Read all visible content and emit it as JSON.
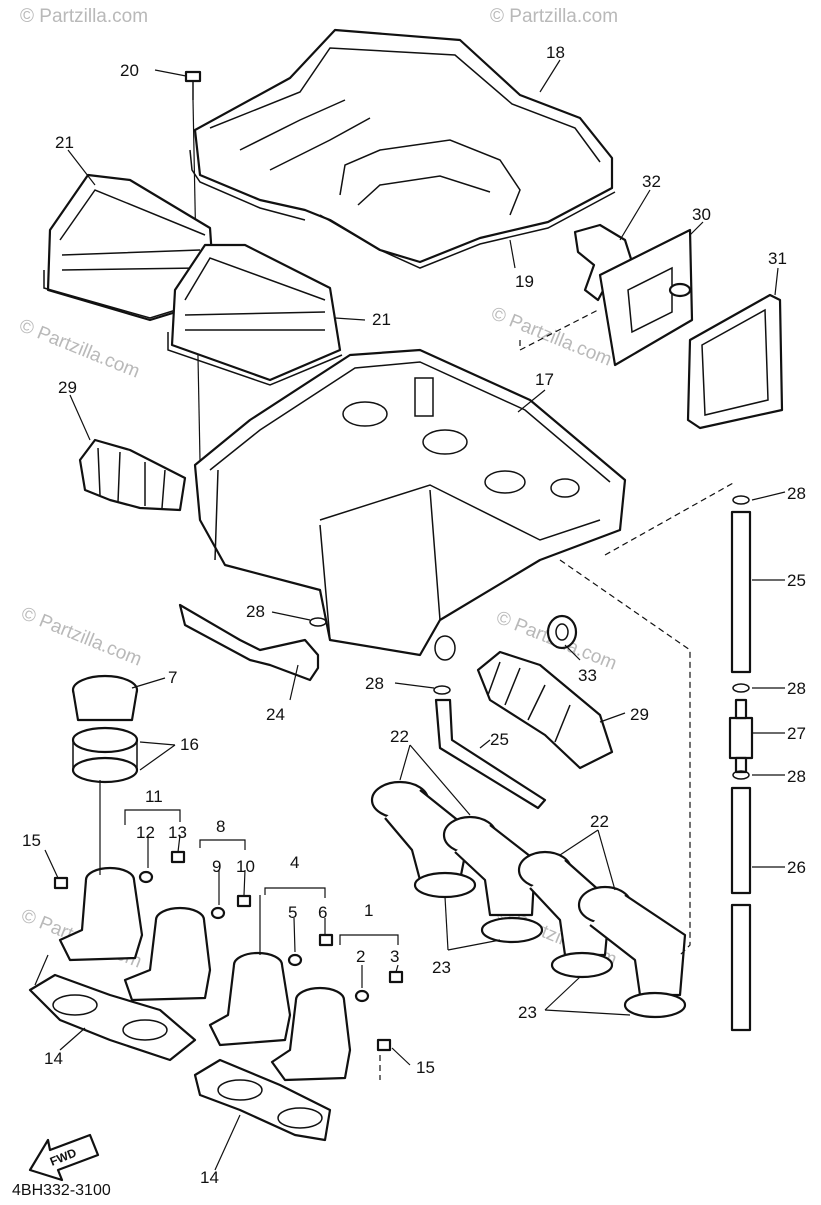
{
  "diagram": {
    "code": "4BH332-3100",
    "fwd_label": "FWD",
    "watermark": "© Partzilla.com",
    "callouts": {
      "c1": "1",
      "c2": "2",
      "c3": "3",
      "c4": "4",
      "c5": "5",
      "c6": "6",
      "c7": "7",
      "c8": "8",
      "c9": "9",
      "c10": "10",
      "c11": "11",
      "c12": "12",
      "c13": "13",
      "c14a": "14",
      "c14b": "14",
      "c15a": "15",
      "c15b": "15",
      "c16": "16",
      "c17": "17",
      "c18": "18",
      "c19": "19",
      "c20": "20",
      "c21a": "21",
      "c21b": "21",
      "c22a": "22",
      "c22b": "22",
      "c23a": "23",
      "c23b": "23",
      "c24": "24",
      "c25a": "25",
      "c25b": "25",
      "c26": "26",
      "c27": "27",
      "c28a": "28",
      "c28b": "28",
      "c28c": "28",
      "c28d": "28",
      "c28e": "28",
      "c29a": "29",
      "c29b": "29",
      "c30": "30",
      "c31": "31",
      "c32": "32",
      "c33": "33"
    }
  }
}
